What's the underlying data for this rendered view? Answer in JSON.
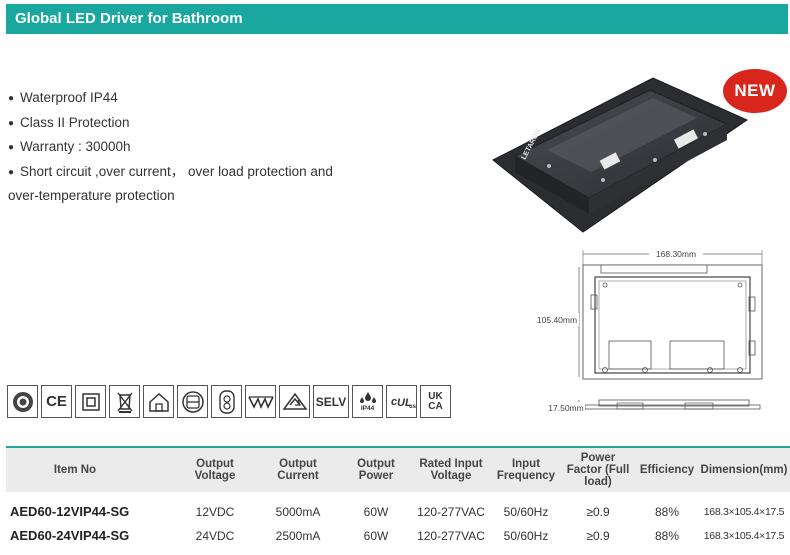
{
  "header": {
    "title": "Global LED Driver for Bathroom"
  },
  "features": [
    "Waterproof IP44",
    "Class II Protection",
    "Warranty : 30000h",
    "Short circuit ,over current， over load protection and",
    "over-temperature protection"
  ],
  "product": {
    "badge": "NEW",
    "brand": "LETARON"
  },
  "drawing": {
    "width_label": "168.30mm",
    "height_label": "105.40mm",
    "depth_label": "17.50mm"
  },
  "certifications": [
    {
      "icon": "tuv-icon",
      "label": ""
    },
    {
      "icon": "ce-icon",
      "label": "CE"
    },
    {
      "icon": "class-ii-icon",
      "label": ""
    },
    {
      "icon": "weee-bin-icon",
      "label": ""
    },
    {
      "icon": "indoor-use-icon",
      "label": ""
    },
    {
      "icon": "f-mark-icon",
      "label": ""
    },
    {
      "icon": "thermal-protection-icon",
      "label": ""
    },
    {
      "icon": "mm-mark-icon",
      "label": ""
    },
    {
      "icon": "rcm-icon",
      "label": ""
    },
    {
      "icon": "selv-icon",
      "label": "SELV"
    },
    {
      "icon": "ip44-icon",
      "label": "IP44"
    },
    {
      "icon": "ul-icon",
      "label": ""
    },
    {
      "icon": "ukca-icon",
      "label": "UK CA"
    }
  ],
  "table": {
    "headers": [
      "Item No",
      "Output Voltage",
      "Output Current",
      "Output Power",
      "Rated Input Voltage",
      "Input Frequency",
      "Power Factor (Full load)",
      "Efficiency",
      "Dimension(mm)"
    ],
    "rows": [
      [
        "AED60-12VIP44-SG",
        "12VDC",
        "5000mA",
        "60W",
        "120-277VAC",
        "50/60Hz",
        "≥0.9",
        "88%",
        "168.3×105.4×17.5"
      ],
      [
        "AED60-24VIP44-SG",
        "24VDC",
        "2500mA",
        "60W",
        "120-277VAC",
        "50/60Hz",
        "≥0.9",
        "88%",
        "168.3×105.4×17.5"
      ]
    ]
  }
}
